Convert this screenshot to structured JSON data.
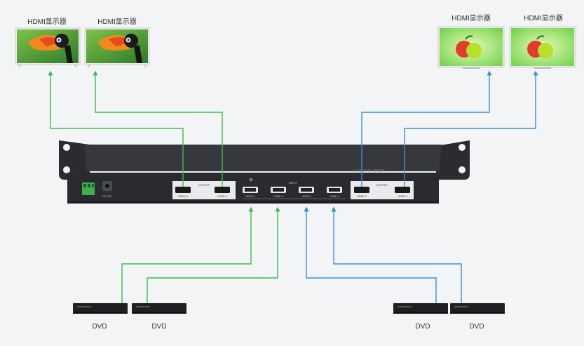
{
  "displays": [
    {
      "label": "HDMI显示器",
      "image": "toucan-photo",
      "group": "left"
    },
    {
      "label": "HDMI显示器",
      "image": "toucan-photo",
      "group": "left"
    },
    {
      "label": "HDMI显示器",
      "image": "apples-photo",
      "group": "right"
    },
    {
      "label": "HDMI显示器",
      "image": "apples-photo",
      "group": "right"
    }
  ],
  "sources": [
    {
      "label": "DVD"
    },
    {
      "label": "DVD"
    },
    {
      "label": "DVD"
    },
    {
      "label": "DVD"
    }
  ],
  "device": {
    "brand_text": "HDMI MATRIX",
    "power_label": "DC 12V",
    "output_left": {
      "group": "OUTPUT",
      "ports": [
        "HDMI 4",
        "HDMI 3"
      ]
    },
    "input": {
      "group": "INPUT",
      "ports": [
        "HDMI 4",
        "HDMI 3",
        "HDMI 2",
        "HDMI 1"
      ]
    },
    "output_right": {
      "group": "OUTPUT",
      "ports": [
        "HDMI 2",
        "HDMI 1"
      ]
    }
  },
  "colors": {
    "green_link": "#3dbb4e",
    "blue_link": "#3a8fd6",
    "chassis": "#2e2f33"
  }
}
